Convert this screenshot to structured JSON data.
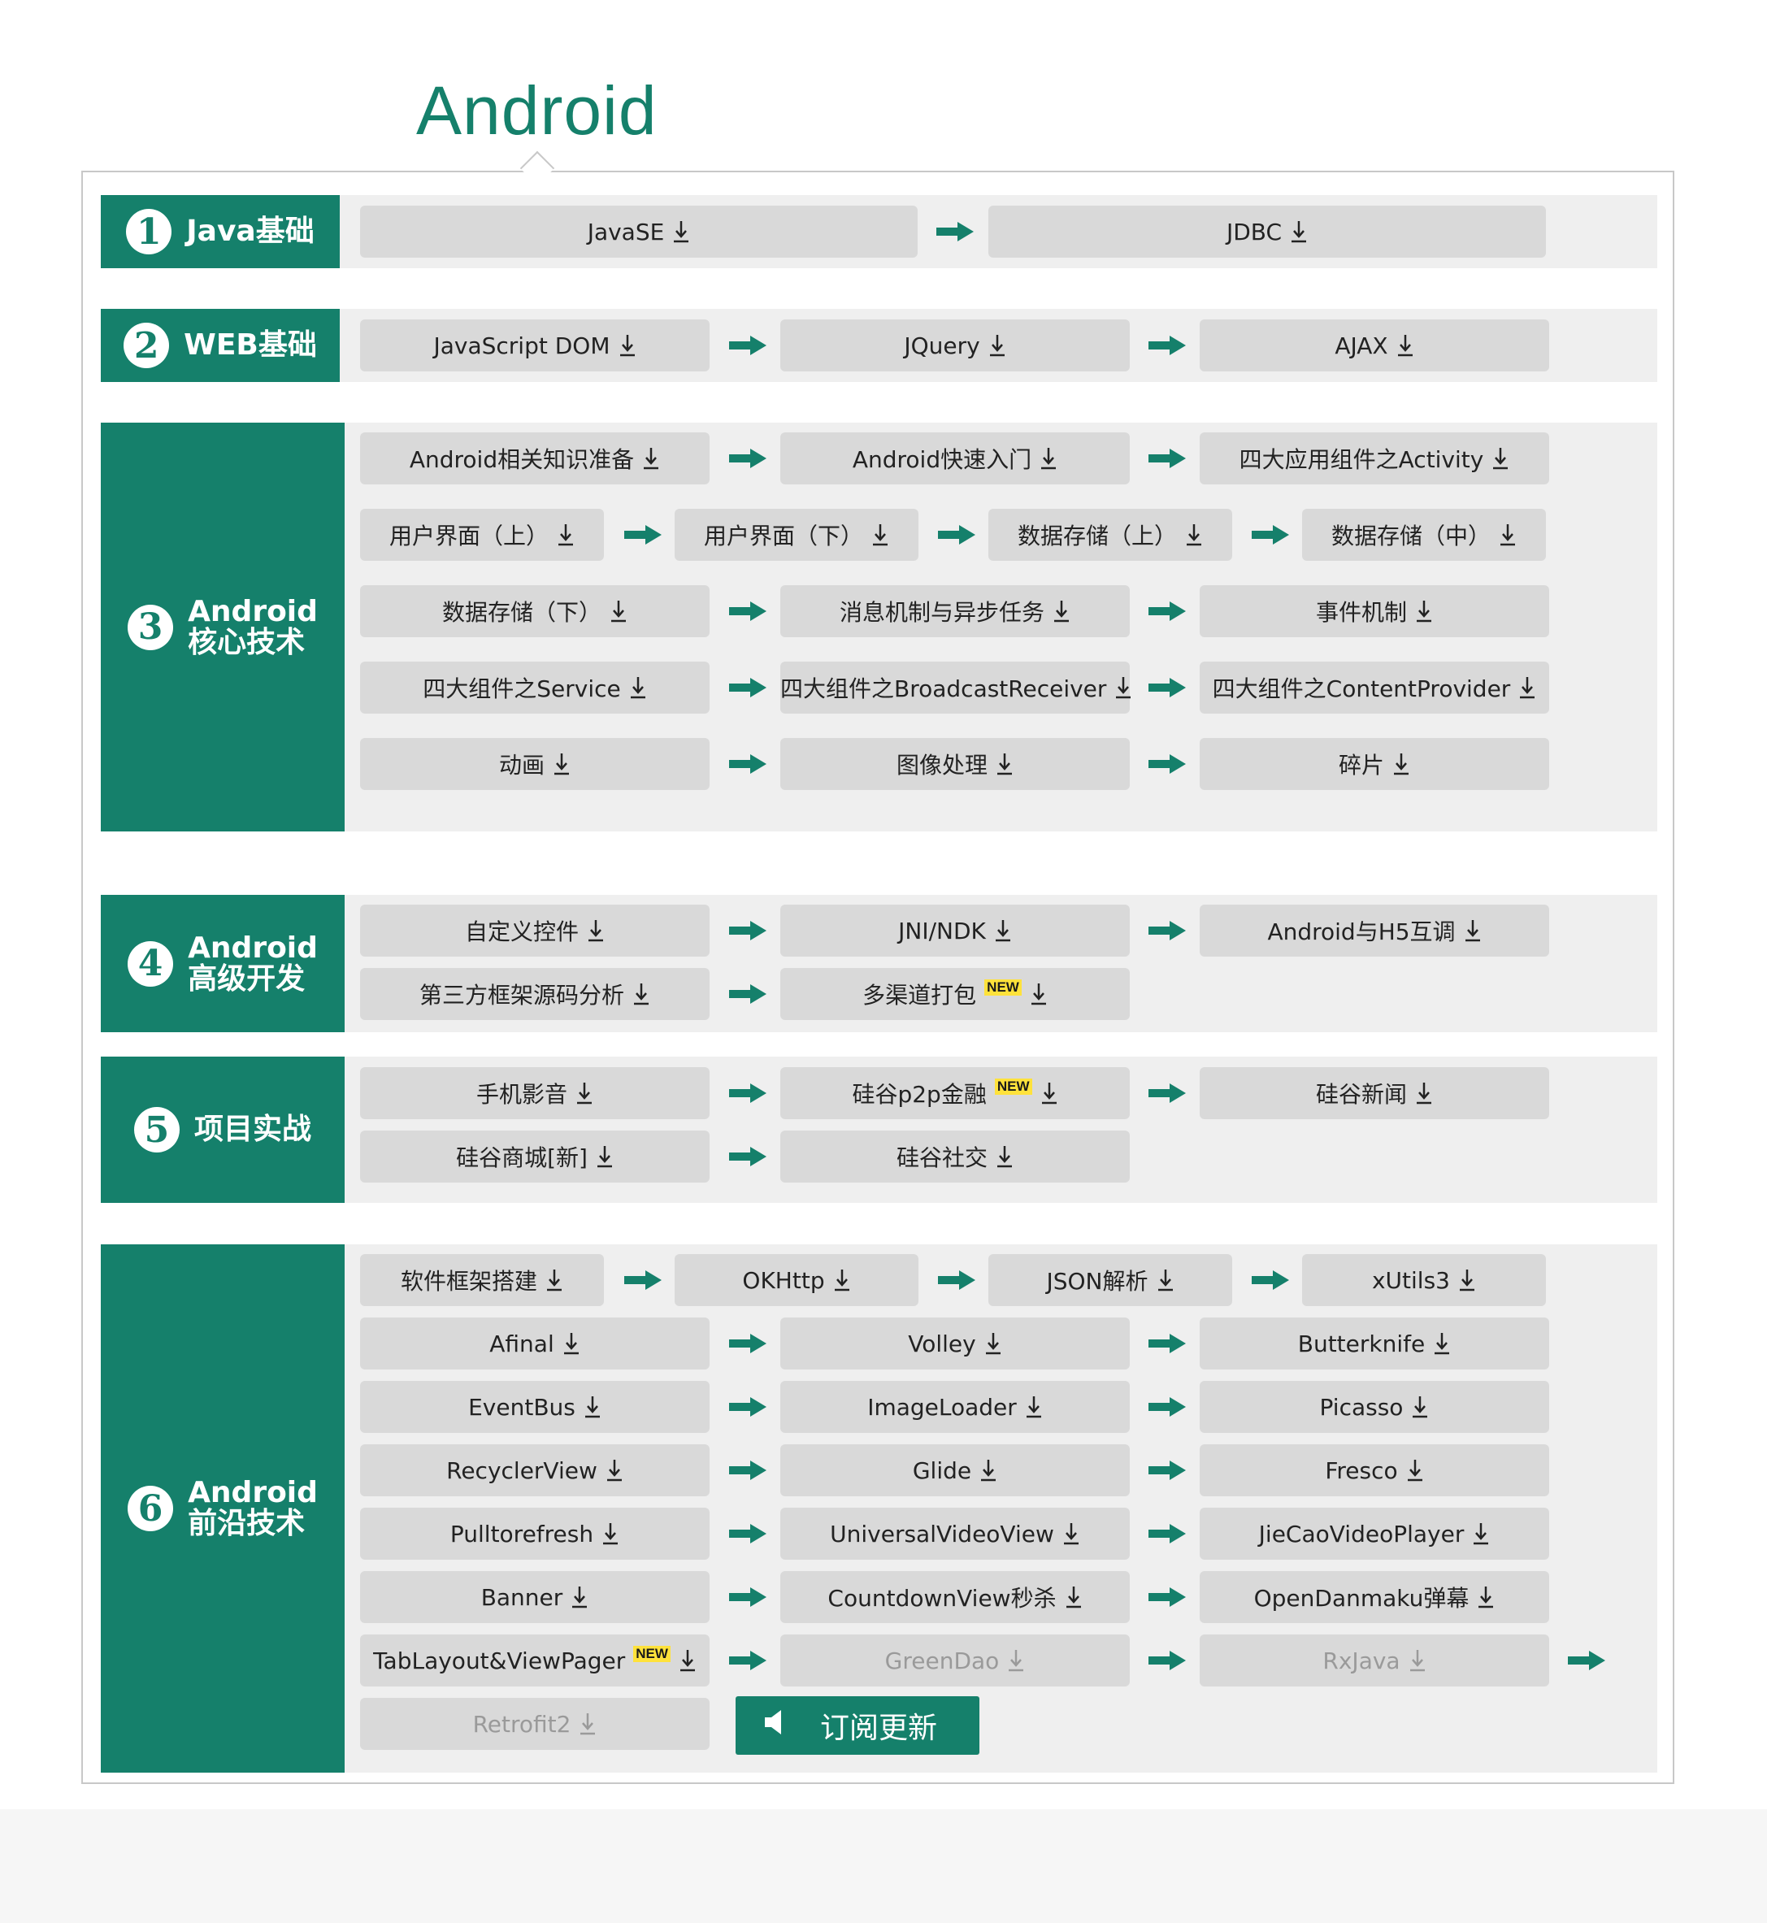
{
  "page": {
    "title": "Android"
  },
  "sections": [
    {
      "num": "1",
      "label": [
        "Java基础"
      ]
    },
    {
      "num": "2",
      "label": [
        "WEB基础"
      ]
    },
    {
      "num": "3",
      "label": [
        "Android",
        "核心技术"
      ]
    },
    {
      "num": "4",
      "label": [
        "Android",
        "高级开发"
      ]
    },
    {
      "num": "5",
      "label": [
        "项目实战"
      ]
    },
    {
      "num": "6",
      "label": [
        "Android",
        "前沿技术"
      ]
    }
  ],
  "items": {
    "s1": [
      "JavaSE",
      "JDBC"
    ],
    "s2": [
      "JavaScript DOM",
      "JQuery",
      "AJAX"
    ],
    "s3": [
      "Android相关知识准备",
      "Android快速入门",
      "四大应用组件之Activity",
      "用户界面（上）",
      "用户界面（下）",
      "数据存储（上）",
      "数据存储（中）",
      "数据存储（下）",
      "消息机制与异步任务",
      "事件机制",
      "四大组件之Service",
      "四大组件之BroadcastReceiver",
      "四大组件之ContentProvider",
      "动画",
      "图像处理",
      "碎片"
    ],
    "s4": [
      "自定义控件",
      "JNI/NDK",
      "Android与H5互调",
      "第三方框架源码分析",
      "多渠道打包"
    ],
    "s5": [
      "手机影音",
      "硅谷p2p金融",
      "硅谷新闻",
      "硅谷商城[新]",
      "硅谷社交"
    ],
    "s6": [
      "软件框架搭建",
      "OKHttp",
      "JSON解析",
      "xUtils3",
      "Afinal",
      "Volley",
      "Butterknife",
      "EventBus",
      "ImageLoader",
      "Picasso",
      "RecyclerView",
      "Glide",
      "Fresco",
      "Pulltorefresh",
      "UniversalVideoView",
      "JieCaoVideoPlayer",
      "Banner",
      "CountdownView秒杀",
      "OpenDanmaku弹幕",
      "TabLayout&ViewPager",
      "GreenDao",
      "RxJava",
      "Retrofit2"
    ]
  },
  "badges": {
    "new": "NEW"
  },
  "subscribe": {
    "label": "订阅更新",
    "icon": "speaker-icon"
  },
  "colors": {
    "brand": "#15806b",
    "box": "#d9d9d9",
    "panel": "#efefef",
    "badge": "#ffe23b"
  }
}
